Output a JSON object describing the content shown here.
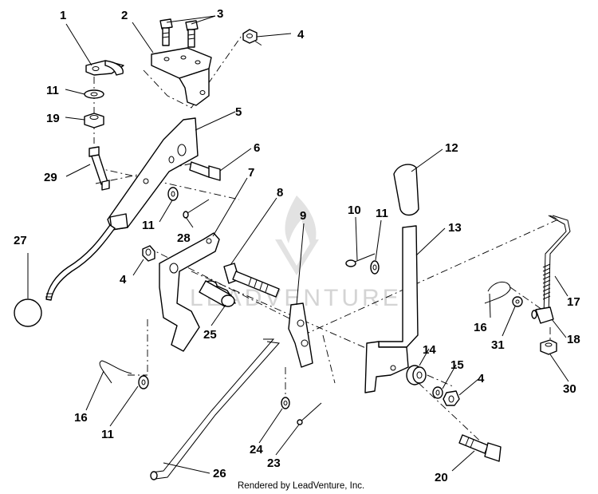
{
  "callouts": {
    "c1": "1",
    "c2": "2",
    "c3": "3",
    "c4a": "4",
    "c4b": "4",
    "c4c": "4",
    "c5": "5",
    "c6": "6",
    "c7": "7",
    "c8": "8",
    "c9": "9",
    "c10": "10",
    "c11a": "11",
    "c11b": "11",
    "c11c": "11",
    "c11d": "11",
    "c12": "12",
    "c13": "13",
    "c14": "14",
    "c15": "15",
    "c16a": "16",
    "c16b": "16",
    "c17": "17",
    "c18": "18",
    "c19": "19",
    "c20": "20",
    "c23": "23",
    "c24": "24",
    "c25": "25",
    "c26": "26",
    "c27": "27",
    "c28": "28",
    "c29": "29",
    "c30": "30",
    "c31": "31"
  },
  "footer": {
    "text": "Rendered by LeadVenture, Inc."
  },
  "watermark": {
    "text": "LEADVENTURE"
  }
}
